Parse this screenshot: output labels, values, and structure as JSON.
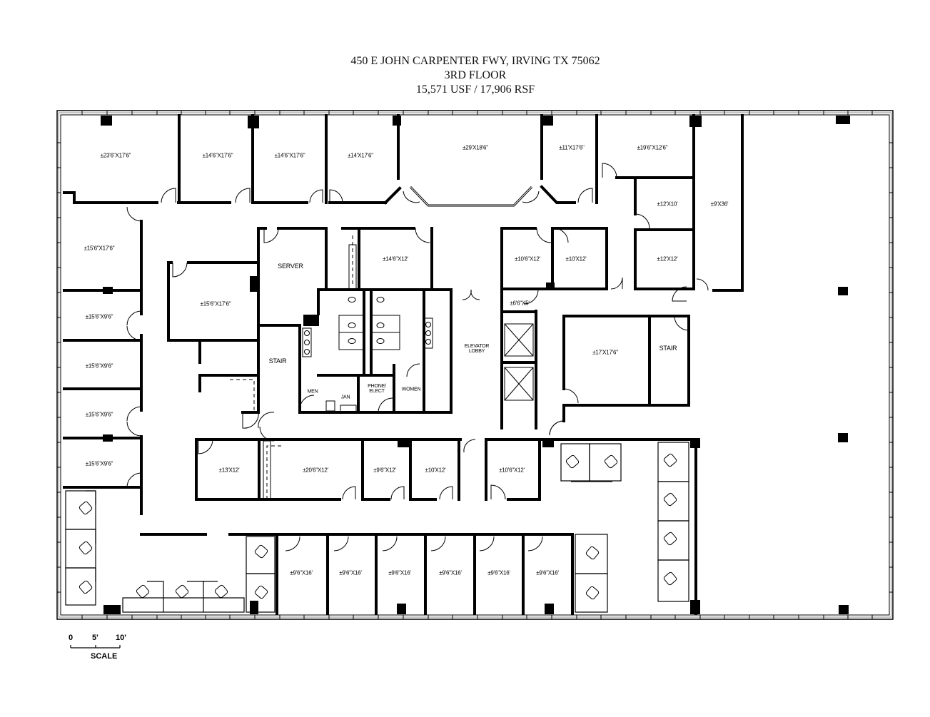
{
  "header": {
    "address": "450 E JOHN CARPENTER FWY, IRVING TX 75062",
    "floor": "3RD FLOOR",
    "area": "15,571 USF / 17,906 RSF"
  },
  "rooms": {
    "office_nw_corner": "±23'6\"X17'6\"",
    "office_n2": "±14'6\"X17'6\"",
    "office_n3": "±14'6\"X17'6\"",
    "office_n4": "±14'X17'6\"",
    "conference_north": "±29'X18'6\"",
    "office_n6": "±11'X17'6\"",
    "office_n7": "±19'6\"X12'6\"",
    "office_12x10": "±12'X10'",
    "office_9x36": "±9'X36'",
    "office_w1": "±15'6\"X17'6\"",
    "office_interior_w": "±15'6\"X17'6\"",
    "server": "SERVER",
    "office_14x12": "±14'6\"X12'",
    "office_10_6x12_n": "±10'6\"X12'",
    "office_10x12_n": "±10'X12'",
    "office_12x12": "±12'X12'",
    "closet_6x5": "±6'6\"X5'",
    "office_w2": "±15'6\"X9'6\"",
    "office_w3": "±15'6\"X9'6\"",
    "office_w4": "±15'6\"X9'6\"",
    "office_w5": "±15'6\"X9'6\"",
    "stair_west": "STAIR",
    "men": "MEN",
    "jan": "JAN",
    "phone_elect": "PHONE/ ELECT",
    "women": "WOMEN",
    "elevator_lobby": "ELEVATOR LOBBY",
    "office_17x17": "±17'X17'6\"",
    "stair_east": "STAIR",
    "office_13x12": "±13'X12'",
    "office_20x12": "±20'6\"X12'",
    "office_9_6x12": "±9'6\"X12'",
    "office_10x12_s": "±10'X12'",
    "office_10_6x12_s": "±10'6\"X12'",
    "office_s1": "±9'6\"X16'",
    "office_s2": "±9'6\"X16'",
    "office_s3": "±9'6\"X16'",
    "office_s4": "±9'6\"X16'",
    "office_s5": "±9'6\"X16'",
    "office_s6": "±9'6\"X16'"
  },
  "scale": {
    "tick0": "0",
    "tick5": "5'",
    "tick10": "10'",
    "label": "SCALE"
  }
}
